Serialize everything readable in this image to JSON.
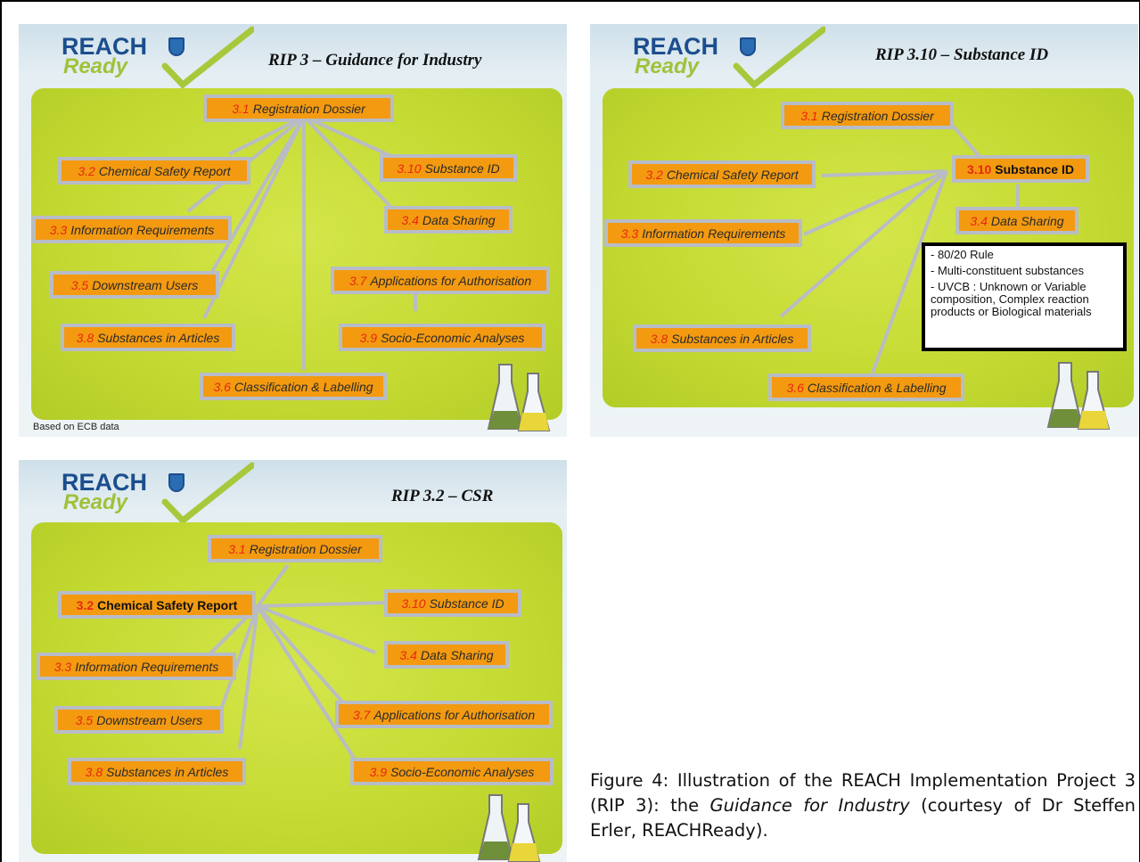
{
  "logo": {
    "line1": "REACH",
    "line2": "Ready"
  },
  "slide1": {
    "title": "RIP 3 – Guidance for Industry",
    "footnote": "Based on ECB data",
    "boxes": [
      {
        "num": "3.1",
        "label": "Registration Dossier"
      },
      {
        "num": "3.2",
        "label": "Chemical Safety Report"
      },
      {
        "num": "3.10",
        "label": "Substance ID"
      },
      {
        "num": "3.3",
        "label": "Information Requirements"
      },
      {
        "num": "3.4",
        "label": "Data Sharing"
      },
      {
        "num": "3.5",
        "label": "Downstream Users"
      },
      {
        "num": "3.7",
        "label": "Applications for Authorisation"
      },
      {
        "num": "3.8",
        "label": "Substances in Articles"
      },
      {
        "num": "3.9",
        "label": "Socio-Economic Analyses"
      },
      {
        "num": "3.6",
        "label": "Classification & Labelling"
      }
    ]
  },
  "slide2": {
    "title": "RIP 3.10 – Substance ID",
    "boxes": [
      {
        "num": "3.1",
        "label": "Registration Dossier"
      },
      {
        "num": "3.10",
        "label": "Substance ID"
      },
      {
        "num": "3.2",
        "label": "Chemical Safety Report"
      },
      {
        "num": "3.4",
        "label": "Data Sharing"
      },
      {
        "num": "3.3",
        "label": "Information Requirements"
      },
      {
        "num": "3.8",
        "label": "Substances in Articles"
      },
      {
        "num": "3.6",
        "label": "Classification & Labelling"
      }
    ],
    "info": [
      "- 80/20 Rule",
      "- Multi-constituent substances",
      "- UVCB : Unknown or Variable composition, Complex reaction products or Biological materials"
    ]
  },
  "slide3": {
    "title": "RIP 3.2 – CSR",
    "boxes": [
      {
        "num": "3.1",
        "label": "Registration Dossier"
      },
      {
        "num": "3.2",
        "label": "Chemical Safety Report"
      },
      {
        "num": "3.10",
        "label": "Substance ID"
      },
      {
        "num": "3.4",
        "label": "Data Sharing"
      },
      {
        "num": "3.3",
        "label": "Information Requirements"
      },
      {
        "num": "3.7",
        "label": "Applications for Authorisation"
      },
      {
        "num": "3.5",
        "label": "Downstream Users"
      },
      {
        "num": "3.8",
        "label": "Substances in Articles"
      },
      {
        "num": "3.9",
        "label": "Socio-Economic Analyses"
      }
    ]
  },
  "caption": {
    "part1": "Figure 4: Illustration of the REACH Implementation Project 3 (RIP 3): the ",
    "italic": "Guidance for Industry",
    "part2": " (courtesy of Dr Steffen Erler, REACHReady)."
  },
  "colors": {
    "box_fill": "#f39a11",
    "box_border": "#b8bcc6",
    "number_red": "#e8280f",
    "panel_green": "#c2d831",
    "logo_blue": "#1c4e8e",
    "logo_green": "#9fc23a"
  }
}
